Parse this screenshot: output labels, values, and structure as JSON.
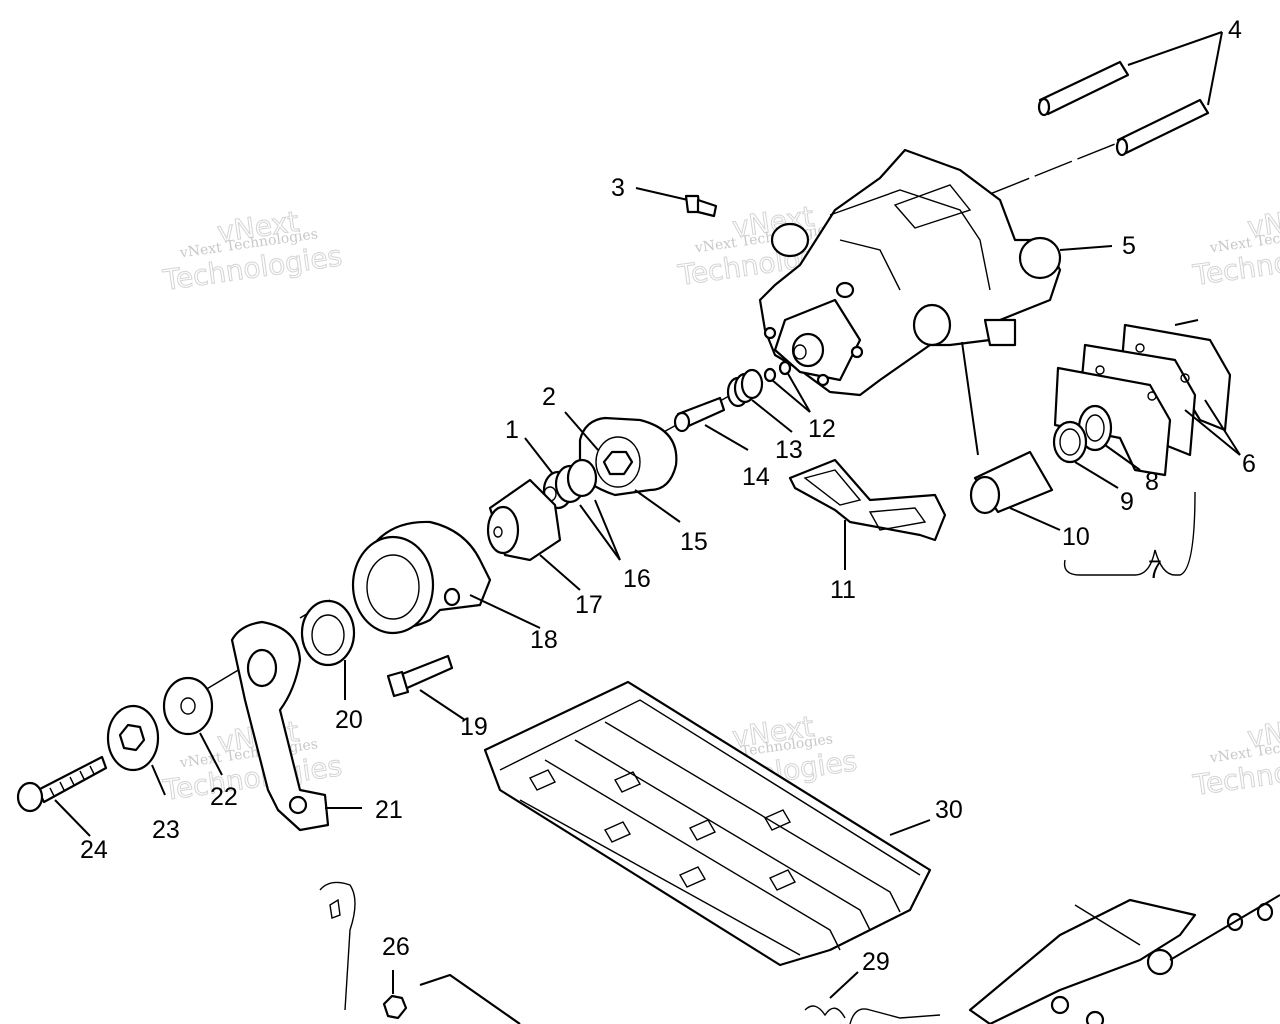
{
  "callouts": [
    "1",
    "2",
    "3",
    "4",
    "5",
    "6",
    "7",
    "8",
    "9",
    "10",
    "11",
    "12",
    "13",
    "14",
    "15",
    "16",
    "17",
    "18",
    "19",
    "20",
    "21",
    "22",
    "23",
    "24",
    "26",
    "29",
    "30"
  ],
  "watermark": {
    "small": "vNext Technologies",
    "big_top": "vNext",
    "big_bottom": "Technologies"
  }
}
